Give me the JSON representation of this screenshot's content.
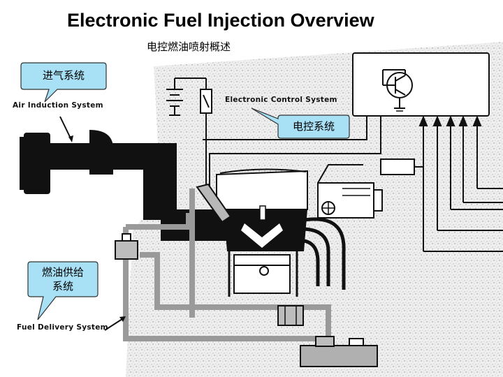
{
  "slide": {
    "title": "Electronic Fuel Injection Overview",
    "subtitle": "电控燃油喷射概述"
  },
  "diagram": {
    "labels": {
      "air_induction": "Air Induction System",
      "electronic_control": "Electronic Control System",
      "fuel_delivery": "Fuel Delivery System"
    },
    "callouts": {
      "air_induction_cn": "进气系统",
      "electronic_control_cn": "电控系统",
      "fuel_delivery_cn_line1": "燃油供给",
      "fuel_delivery_cn_line2": "系统"
    }
  },
  "colors": {
    "callout_fill": "#a8e0f5",
    "callout_stroke": "#333333",
    "ink": "#111111",
    "fuel_line": "#9a9a9a"
  }
}
